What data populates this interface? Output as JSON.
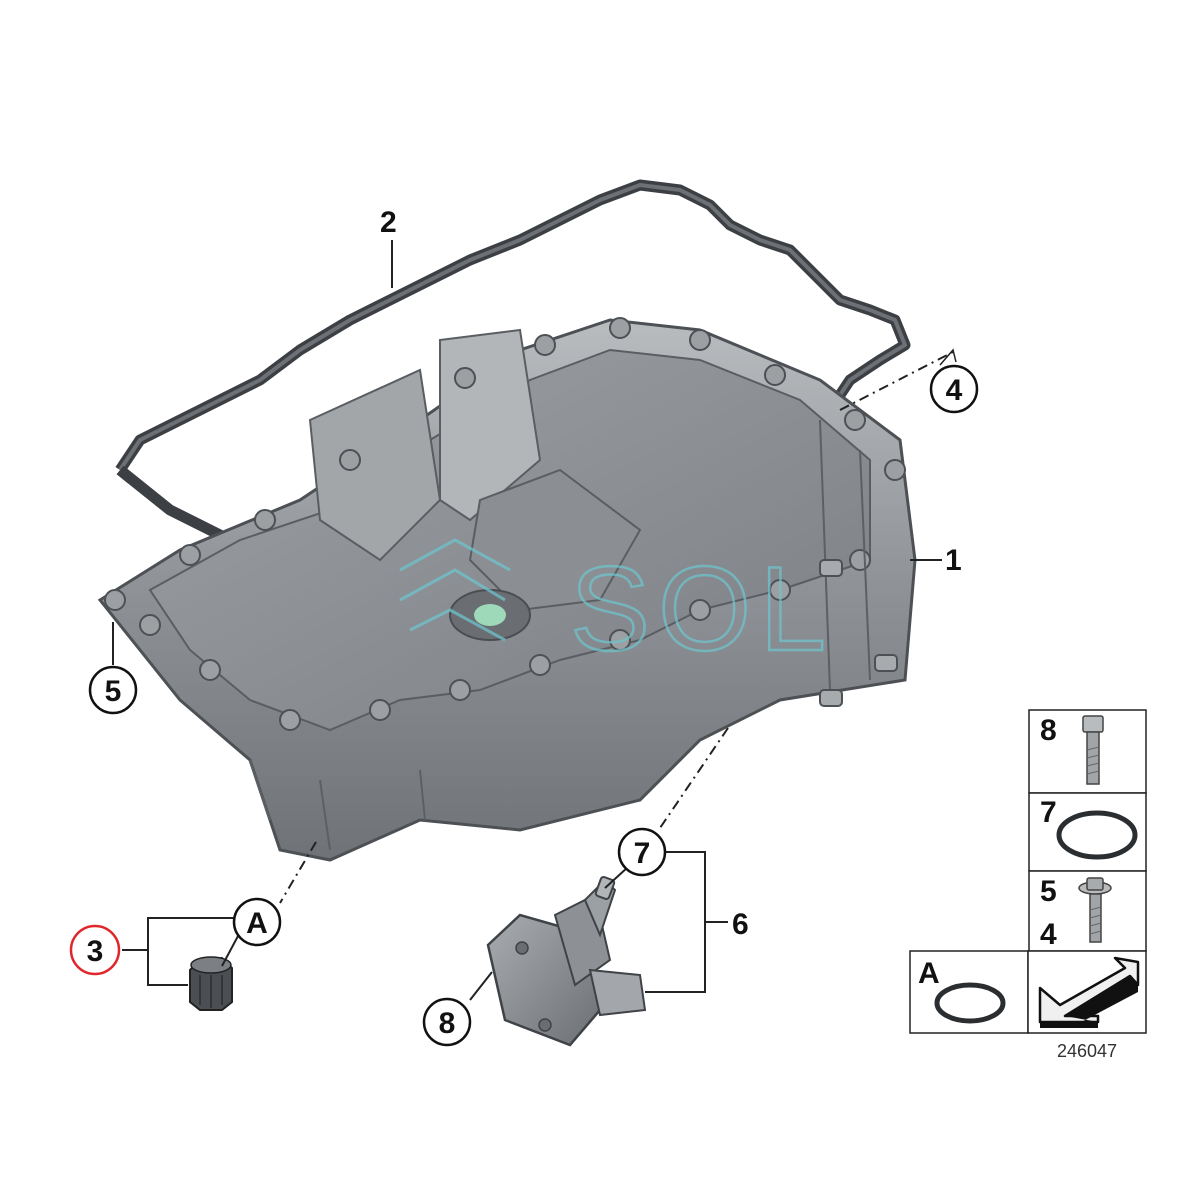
{
  "diagram": {
    "diagram_number": "246047",
    "callouts": {
      "c1": "1",
      "c2": "2",
      "c3": "3",
      "c4": "4",
      "c5": "5",
      "c6": "6",
      "c7": "7",
      "c8": "8",
      "cA": "A"
    },
    "legend": {
      "row1": "8",
      "row2": "7",
      "row3_top": "5",
      "row3_bottom": "4",
      "row4": "A"
    },
    "watermark": "SOL",
    "highlight_color": "#e0262b"
  }
}
